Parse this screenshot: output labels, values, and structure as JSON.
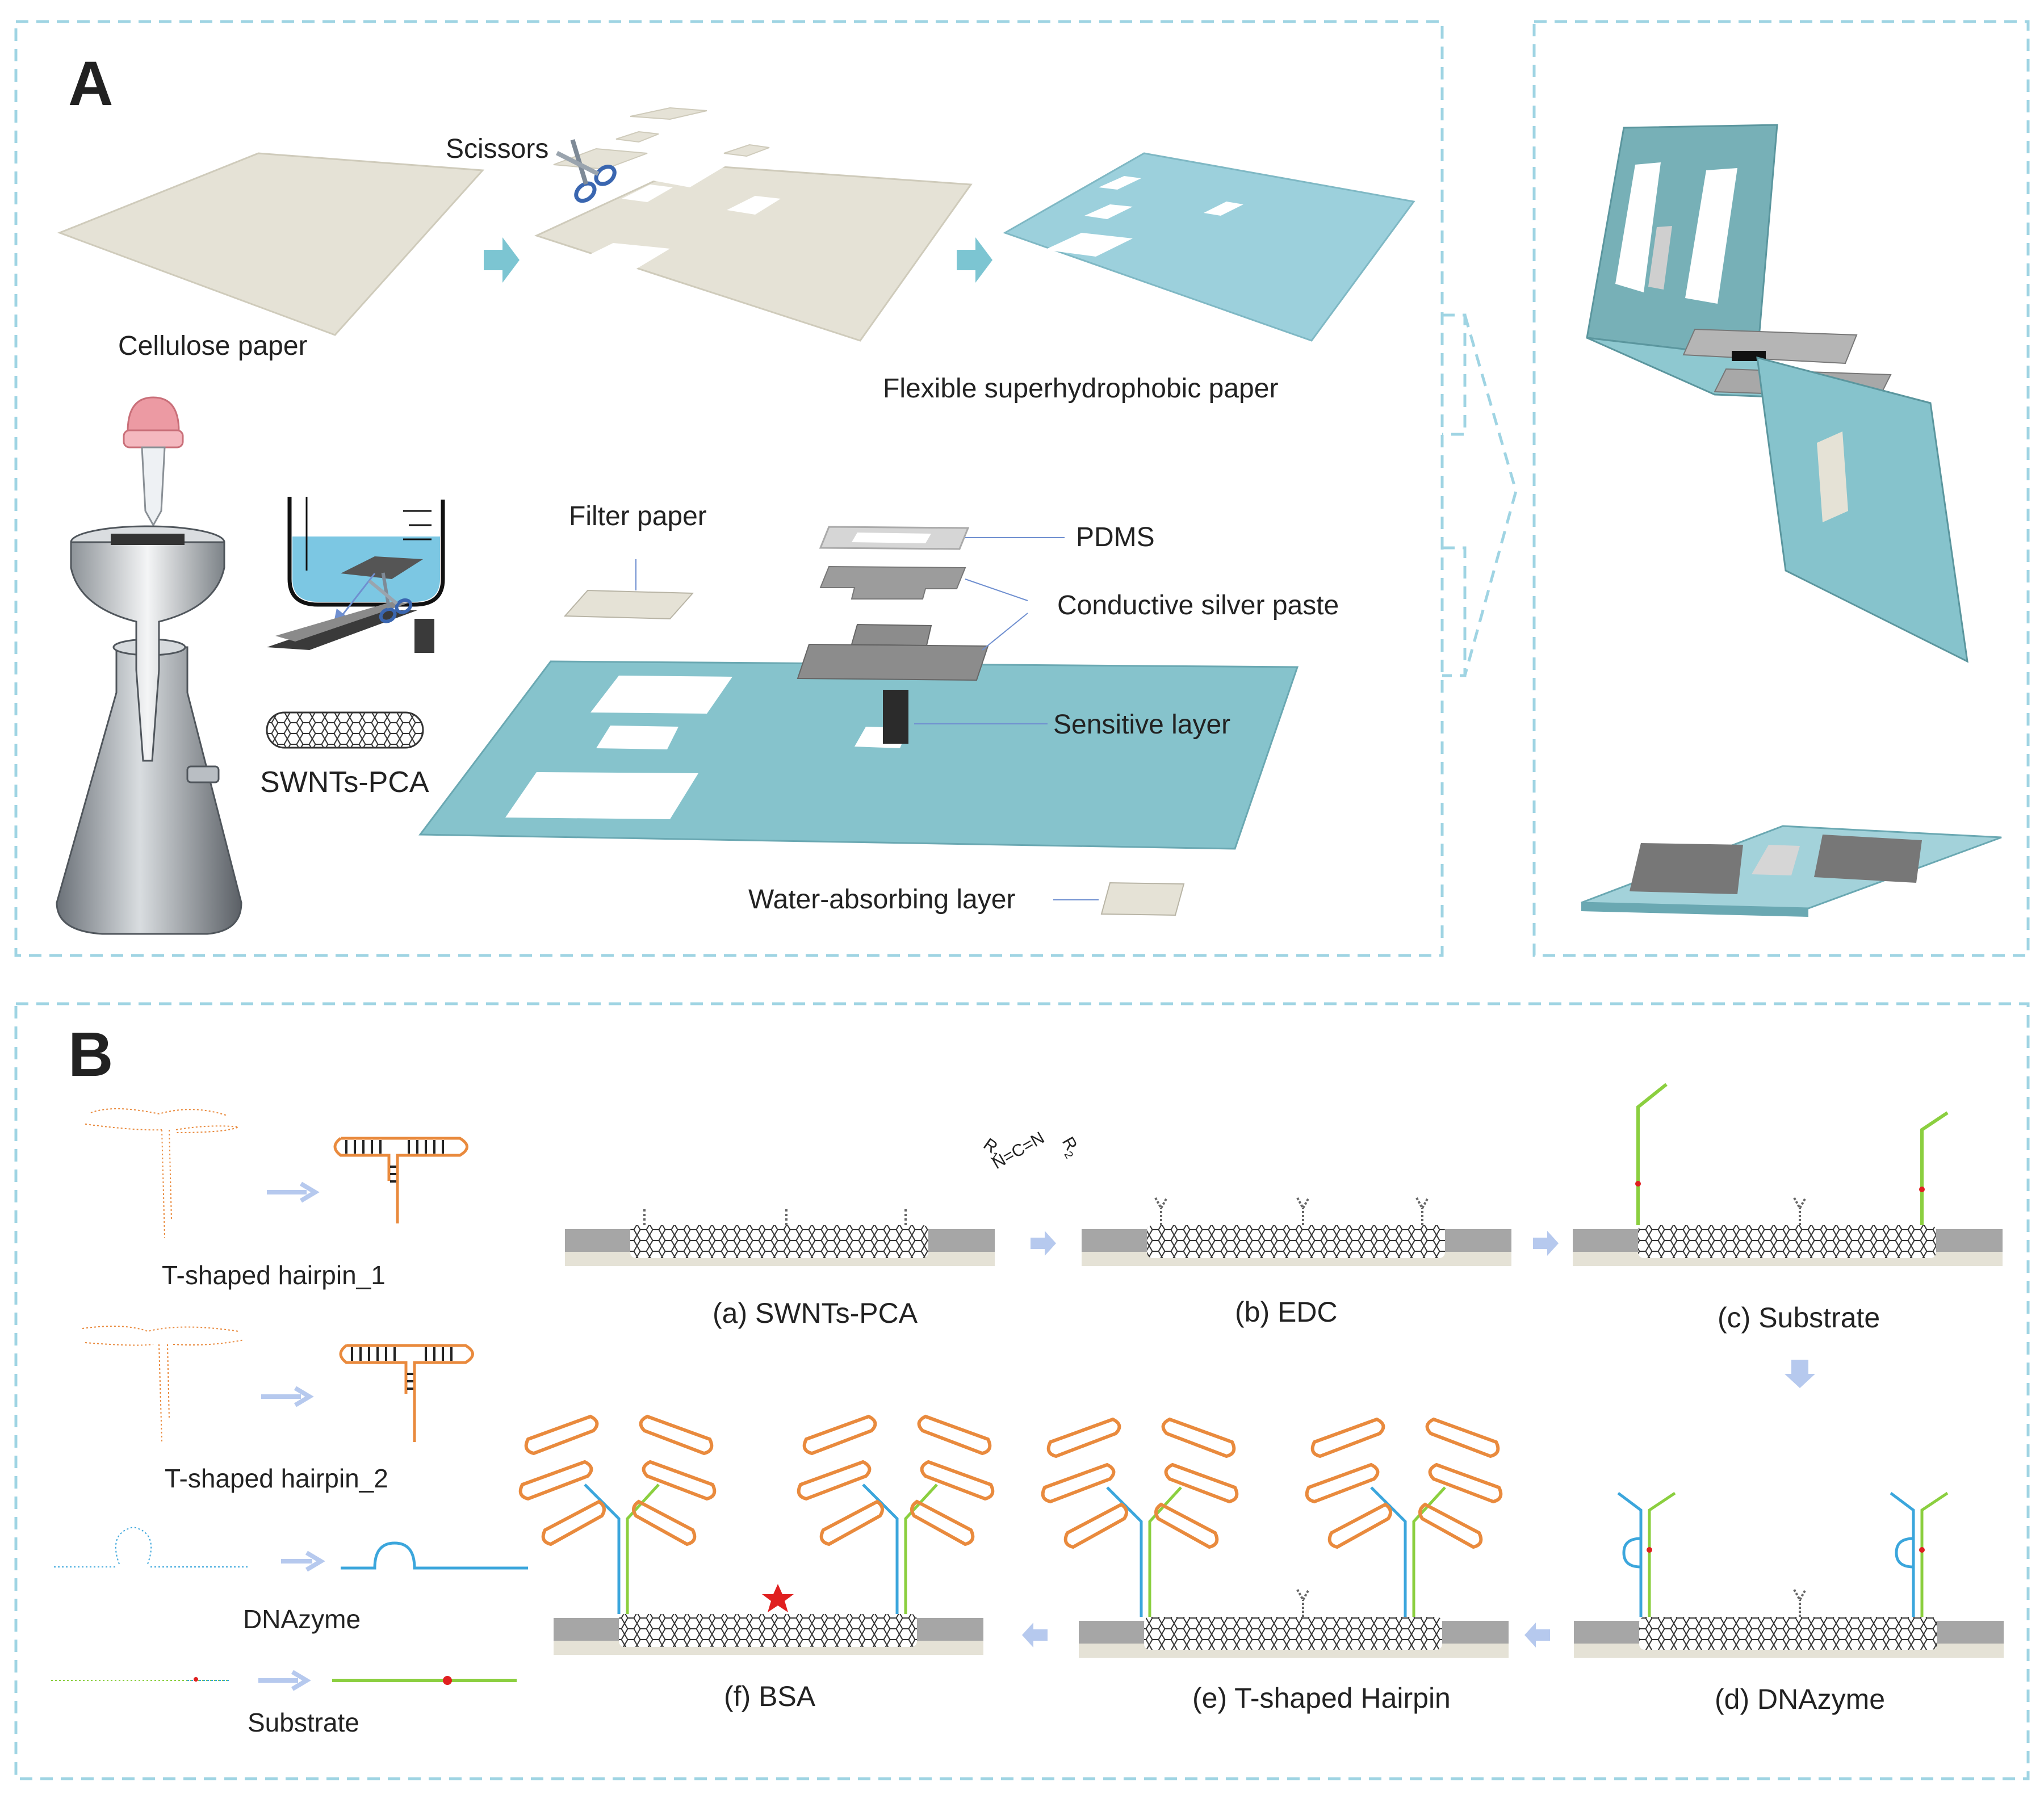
{
  "panel_a": {
    "letter": "A",
    "labels": {
      "cellulose": "Cellulose paper",
      "scissors": "Scissors",
      "superhydrophobic": "Flexible superhydrophobic paper",
      "filter": "Filter paper",
      "pdms": "PDMS",
      "silver": "Conductive silver paste",
      "sensitive": "Sensitive layer",
      "swnts": "SWNTs-PCA",
      "water": "Water-absorbing layer"
    }
  },
  "panel_b": {
    "letter": "B",
    "left": {
      "hairpin1": "T-shaped hairpin_1",
      "hairpin2": "T-shaped hairpin_2",
      "dnazyme": "DNAzyme",
      "substrate": "Substrate"
    },
    "steps": {
      "a": "(a) SWNTs-PCA",
      "b": "(b) EDC",
      "c": "(c) Substrate",
      "d": "(d) DNAzyme",
      "e": "(e) T-shaped Hairpin",
      "f": "(f) BSA"
    },
    "edc_formula": {
      "r1": "R",
      "r1_sub": "1",
      "mid": "N=C=N",
      "r2": "R",
      "r2_sub": "2"
    }
  },
  "colors": {
    "frame": "#9fd4e3",
    "paper": "#e5e2d6",
    "teal": "#86c3cc",
    "teal_dark": "#5fa2ac",
    "arrow": "#7cc5d2",
    "soft_arrow": "#b6c9ee",
    "orange": "#e98a3d",
    "blue": "#3ba6dc",
    "green": "#8bcf3f",
    "red": "#e02020"
  },
  "icons": [
    "dropper-icon",
    "funnel-icon",
    "flask-icon",
    "beaker-icon",
    "scissors-icon",
    "nanotube-icon",
    "fold-arrow-icon"
  ]
}
